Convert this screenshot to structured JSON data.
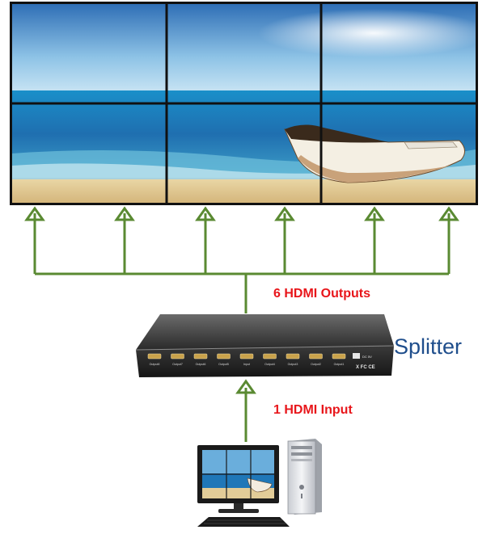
{
  "labels": {
    "outputs": "6 HDMI Outputs",
    "device": "Splitter",
    "input": "1 HDMI Input"
  },
  "colors": {
    "arrow": "#5a8a32",
    "label_red": "#e8161b",
    "label_blue": "#1f4e8c",
    "bezel": "#111111"
  },
  "video_wall": {
    "rows": 2,
    "cols": 3
  },
  "splitter": {
    "port_count": 9,
    "port_labels": [
      "Output8",
      "Output7",
      "Output6",
      "Output5",
      "Input",
      "Output4",
      "Output3",
      "Output2",
      "Output1"
    ],
    "power_label": "DC 5V"
  },
  "icons": [
    "video-wall-icon",
    "hdmi-splitter-icon",
    "pc-monitor-icon",
    "pc-tower-icon",
    "keyboard-icon"
  ]
}
